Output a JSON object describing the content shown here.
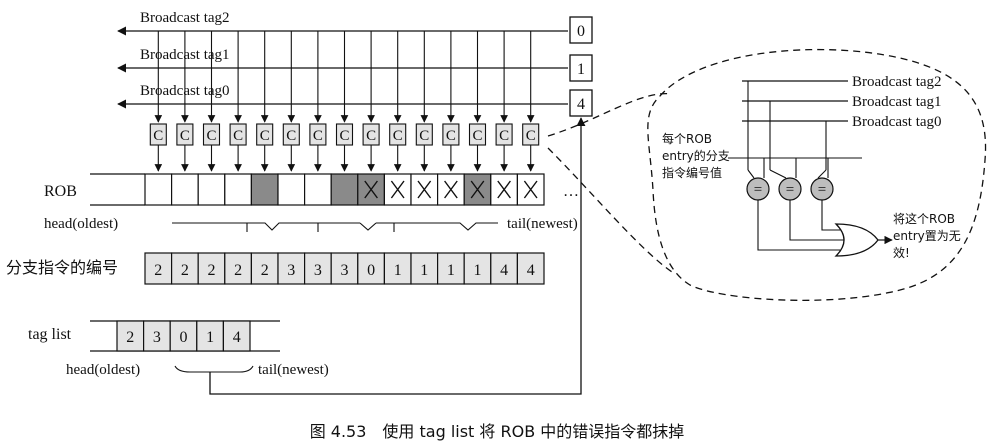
{
  "broadcast": {
    "tags": [
      "Broadcast tag2",
      "Broadcast tag1",
      "Broadcast tag0"
    ],
    "tag_values": [
      "0",
      "1",
      "4"
    ]
  },
  "compare_label": "C",
  "rob": {
    "label": "ROB",
    "marks": [
      "",
      "",
      "",
      "",
      "shaded",
      "",
      "",
      "shaded",
      "shaded-x",
      "x",
      "x",
      "x",
      "shaded-x",
      "x",
      "x"
    ],
    "ellipsis": "…",
    "head_label": "head(oldest)",
    "tail_label": "tail(newest)"
  },
  "branch_ids": {
    "label": "分支指令的编号",
    "values": [
      "2",
      "2",
      "2",
      "2",
      "2",
      "3",
      "3",
      "3",
      "0",
      "1",
      "1",
      "1",
      "1",
      "4",
      "4"
    ]
  },
  "tag_list": {
    "label": "tag list",
    "values": [
      "2",
      "3",
      "0",
      "1",
      "4"
    ],
    "head_label": "head(oldest)",
    "tail_label": "tail(newest)"
  },
  "detail": {
    "tags": [
      "Broadcast tag2",
      "Broadcast tag1",
      "Broadcast tag0"
    ],
    "entry_text": [
      "每个ROB",
      "entry的分支",
      "指令编号值"
    ],
    "eq_symbol": "=",
    "output_text": [
      "将这个ROB",
      "entry置为无",
      "效!"
    ]
  },
  "caption": "图 4.53　使用 tag list 将 ROB 中的错误指令都抹掉",
  "colors": {
    "shaded": "#8a8a8a",
    "light": "#e4e4e4",
    "line": "#111111"
  }
}
